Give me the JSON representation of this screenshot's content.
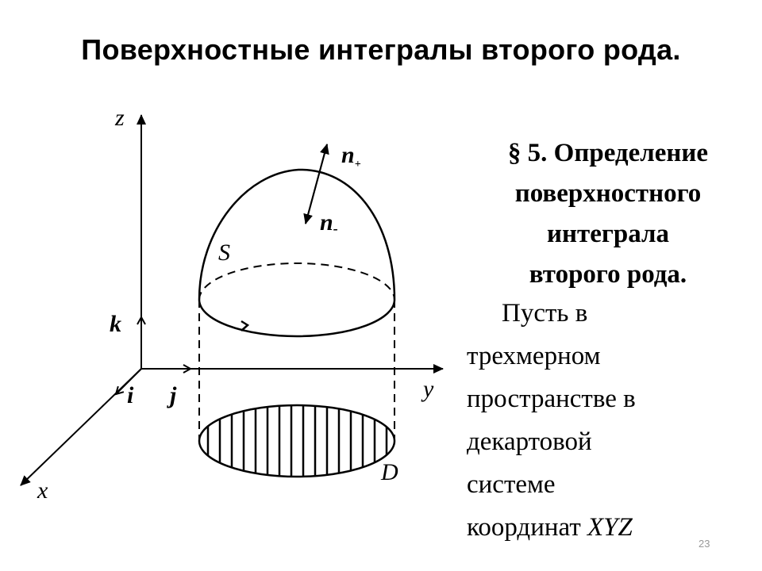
{
  "slide": {
    "title": "Поверхностные интегралы второго рода.",
    "section_heading": [
      "§ 5. Определение",
      "поверхностного",
      "интеграла",
      "второго рода."
    ],
    "body_lines": [
      "Пусть в",
      "трехмерном",
      "пространстве в",
      "декартовой",
      "системе",
      "координат "
    ],
    "body_emphasis": "XYZ",
    "page_number": "23"
  },
  "figure": {
    "axis_labels": {
      "x": "x",
      "y": "y",
      "z": "z"
    },
    "unit_vectors": {
      "i": "i",
      "j": "j",
      "k": "k"
    },
    "normals": {
      "plus": "n",
      "plus_sub": "+",
      "minus": "n",
      "minus_sub": "-"
    },
    "surface_label": "S",
    "region_label": "D"
  }
}
